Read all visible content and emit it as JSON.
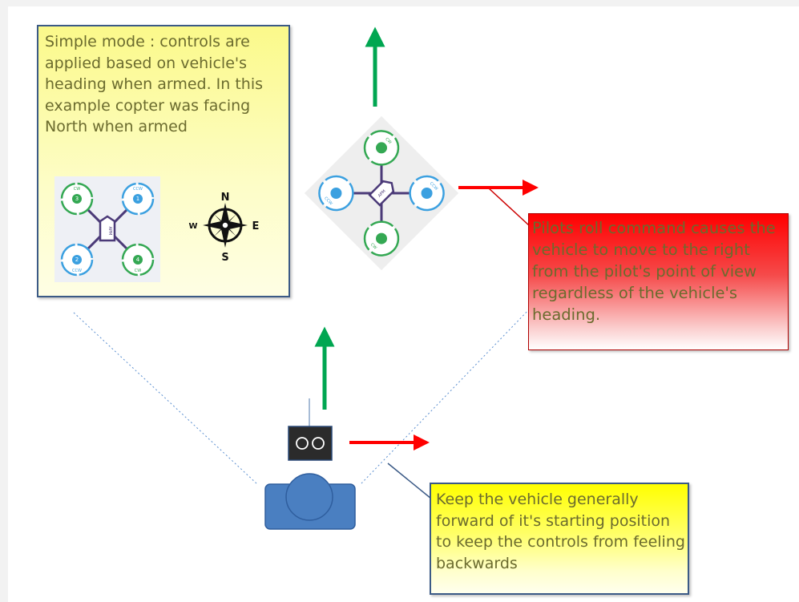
{
  "simple_mode": {
    "text": "Simple mode : controls are applied based on vehicle's heading when armed.  In this example copter was facing North when armed"
  },
  "roll_callout": {
    "text": "Pilots roll command causes the vehicle to move to the right from the pilot's point of view regardless of the vehicle's heading."
  },
  "keep_callout": {
    "text": "Keep the vehicle generally forward of it's starting position to keep the controls from feeling backwards"
  },
  "compass": {
    "n": "N",
    "s": "S",
    "e": "E",
    "w": "W"
  },
  "quad_small": {
    "frame_label": "APM",
    "motors": [
      {
        "num": "3",
        "dir": "CW"
      },
      {
        "num": "1",
        "dir": "CCW"
      },
      {
        "num": "2",
        "dir": "CCW"
      },
      {
        "num": "4",
        "dir": "CW"
      }
    ]
  },
  "quad_rotated": {
    "frame_label": "APM",
    "motors": [
      {
        "dir": "CW"
      },
      {
        "dir": "CCW"
      },
      {
        "dir": "CCW"
      },
      {
        "dir": "CW"
      }
    ]
  },
  "colors": {
    "forward_arrow": "#00a651",
    "roll_arrow": "#ff0000",
    "cw_ring": "#34a853",
    "ccw_ring": "#3ba0e0",
    "frame": "#4b3a78",
    "pilot": "#4a7fc1",
    "transmitter": "#2b2b2b",
    "sight_line": "#4a7fc1"
  }
}
